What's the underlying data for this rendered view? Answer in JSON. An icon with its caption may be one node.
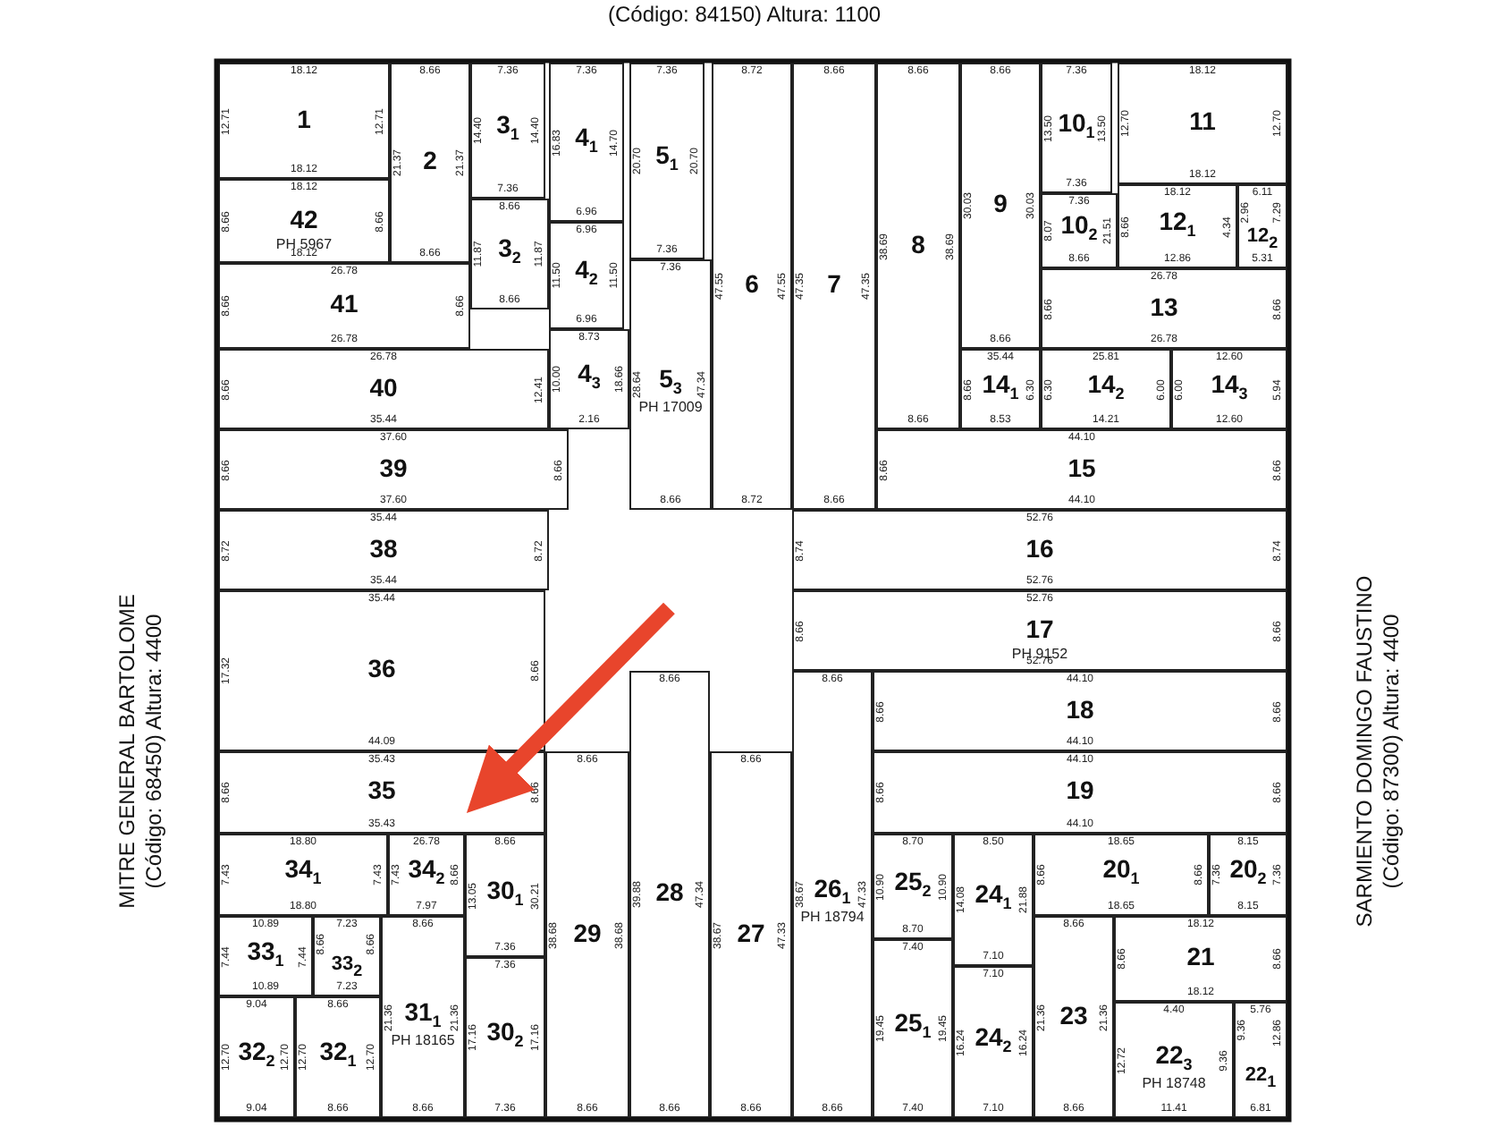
{
  "diagram": {
    "nodes": [
      {
        "text": [
          "1",
          "18.12",
          "18.12",
          "12.71",
          "12.71"
        ]
      },
      {
        "text": [
          "2",
          "8.66",
          "8.66",
          "21.37",
          "21.37"
        ]
      },
      {
        "text": [
          "3$_{1}$",
          "7.36",
          "7.36",
          "14.40",
          "14.40"
        ]
      },
      {
        "text": [
          "3$_{2}$",
          "8.66",
          "8.66",
          "11.87",
          "11.87"
        ]
      },
      {
        "text": [
          "4$_{1}$",
          "7.36",
          "6.96",
          "16.83",
          "14.70"
        ]
      },
      {
        "text": [
          "4$_{2}$",
          "6.96",
          "6.96",
          "11.50",
          "11.50"
        ]
      },
      {
        "text": [
          "4$_{3}$",
          "8.73",
          "2.16",
          "10.00",
          "18.66"
        ]
      },
      {
        "text": [
          "5$_{1}$",
          "7.36",
          "7.36",
          "20.70",
          "20.70"
        ]
      },
      {
        "text": [
          "5$_{3}$",
          "7.36",
          "8.66",
          "28.64",
          "47.34",
          "PH 17009"
        ]
      },
      {
        "text": [
          "6",
          "8.72",
          "8.72",
          "47.55",
          "47.55"
        ]
      },
      {
        "text": [
          "7",
          "8.66",
          "8.66",
          "47.35",
          "47.35"
        ]
      },
      {
        "text": [
          "8",
          "8.66",
          "8.66",
          "38.69",
          "38.69"
        ]
      },
      {
        "text": [
          "9",
          "8.66",
          "8.66",
          "30.03",
          "30.03"
        ]
      },
      {
        "text": [
          "10$_{1}$",
          "7.36",
          "7.36",
          "13.50",
          "13.50"
        ]
      },
      {
        "text": [
          "10$_{2}$",
          "7.36",
          "8.66",
          "8.07",
          "21.51"
        ]
      },
      {
        "text": [
          "11",
          "18.12",
          "18.12",
          "12.70",
          "12.70"
        ]
      },
      {
        "text": [
          "12$_{1}$",
          "18.12",
          "12.86",
          "8.66",
          "4.34"
        ]
      },
      {
        "text": [
          "12$_{2}$",
          "6.11",
          "5.31",
          "2.96",
          "7.29"
        ]
      },
      {
        "text": [
          "13",
          "26.78",
          "26.78",
          "8.66",
          "8.66"
        ]
      },
      {
        "text": [
          "14$_{1}$",
          "35.44",
          "8.53",
          "8.66",
          "6.30"
        ]
      },
      {
        "text": [
          "14$_{2}$",
          "25.81",
          "14.21",
          "6.30",
          "6.00"
        ]
      },
      {
        "text": [
          "14$_{3}$",
          "12.60",
          "12.60",
          "6.00",
          "5.94"
        ]
      },
      {
        "text": [
          "15",
          "44.10",
          "44.10",
          "8.66",
          "8.66"
        ]
      },
      {
        "text": [
          "16",
          "52.76",
          "52.76",
          "8.74",
          "8.74"
        ]
      },
      {
        "text": [
          "17",
          "52.76",
          "52.76",
          "8.66",
          "8.66",
          "PH 9152"
        ]
      },
      {
        "text": [
          "18",
          "44.10",
          "44.10",
          "8.66",
          "8.66"
        ]
      },
      {
        "text": [
          "19",
          "44.10",
          "44.10",
          "8.66",
          "8.66"
        ]
      },
      {
        "text": [
          "20$_{1}$",
          "18.65",
          "18.65",
          "8.66",
          "8.66"
        ]
      },
      {
        "text": [
          "20$_{2}$",
          "8.15",
          "8.15",
          "7.36",
          "7.36"
        ]
      },
      {
        "text": [
          "21",
          "18.12",
          "18.12",
          "8.66",
          "8.66"
        ]
      },
      {
        "text": [
          "22$_{1}$",
          "5.76",
          "6.81",
          "9.36",
          "12.86"
        ]
      },
      {
        "text": [
          "22$_{3}$",
          "4.40",
          "11.41",
          "12.72",
          "9.36",
          "PH 18748"
        ]
      },
      {
        "text": [
          "23",
          "8.66",
          "8.66",
          "21.36",
          "21.36"
        ]
      },
      {
        "text": [
          "24$_{1}$",
          "8.50",
          "7.10",
          "14.08",
          "21.88"
        ]
      },
      {
        "text": [
          "24$_{2}$",
          "7.10",
          "7.10",
          "16.24",
          "16.24"
        ]
      },
      {
        "text": [
          "25$_{1}$",
          "7.40",
          "7.40",
          "19.45",
          "19.45"
        ]
      },
      {
        "text": [
          "25$_{2}$",
          "8.70",
          "8.70",
          "10.90",
          "10.90"
        ]
      },
      {
        "text": [
          "26$_{1}$",
          "8.66",
          "8.66",
          "38.67",
          "47.33",
          "PH 18794"
        ]
      },
      {
        "text": [
          "27",
          "8.66",
          "8.66",
          "38.67",
          "47.33"
        ]
      },
      {
        "text": [
          "28",
          "8.66",
          "8.66",
          "39.88",
          "47.34"
        ]
      },
      {
        "text": [
          "29",
          "8.66",
          "8.66",
          "38.68",
          "38.68"
        ]
      },
      {
        "text": [
          "30$_{1}$",
          "8.66",
          "7.36",
          "13.05",
          "30.21"
        ]
      },
      {
        "text": [
          "30$_{2}$",
          "7.36",
          "7.36",
          "17.16",
          "17.16"
        ]
      },
      {
        "text": [
          "31$_{1}$",
          "8.66",
          "8.66",
          "21.36",
          "21.36",
          "PH 18165"
        ]
      },
      {
        "text": [
          "32$_{1}$",
          "8.66",
          "8.66",
          "12.70",
          "12.70"
        ]
      },
      {
        "text": [
          "32$_{2}$",
          "9.04",
          "9.04",
          "12.70",
          "12.70"
        ]
      },
      {
        "text": [
          "33$_{1}$",
          "10.89",
          "10.89",
          "7.44",
          "7.44"
        ]
      },
      {
        "text": [
          "33$_{2}$",
          "7.23",
          "7.23",
          "8.66",
          "8.66"
        ]
      },
      {
        "text": [
          "34$_{1}$",
          "18.80",
          "18.80",
          "7.43",
          "7.43"
        ]
      },
      {
        "text": [
          "34$_{2}$",
          "26.78",
          "7.97",
          "7.43",
          "8.66"
        ]
      },
      {
        "text": [
          "35",
          "35.43",
          "35.43",
          "8.66",
          "8.66"
        ]
      },
      {
        "text": [
          "36",
          "35.44",
          "44.09",
          "17.32",
          "8.66"
        ]
      },
      {
        "text": [
          "38",
          "35.44",
          "35.44",
          "8.72",
          "8.72"
        ]
      },
      {
        "text": [
          "39",
          "37.60",
          "37.60",
          "8.66",
          "8.66"
        ]
      },
      {
        "text": [
          "40",
          "26.78",
          "35.44",
          "8.66",
          "12.41"
        ]
      },
      {
        "text": [
          "41",
          "26.78",
          "26.78",
          "8.66",
          "8.66"
        ]
      },
      {
        "text": [
          "42",
          "18.12",
          "18.12",
          "8.66",
          "8.66",
          "PH 5967"
        ]
      }
    ],
    "edges": [
      {
        "from": null,
        "to": 50,
        "arrow": "to",
        "color": "#e8452c"
      }
    ],
    "labels": [
      "(Código: 84150) Altura: 1100",
      "MITRE GENERAL BARTOLOME",
      "(Código: 68450) Altura: 4400",
      "SARMIENTO DOMINGO FAUSTINO",
      "(Código: 87300) Altura: 4400"
    ]
  }
}
